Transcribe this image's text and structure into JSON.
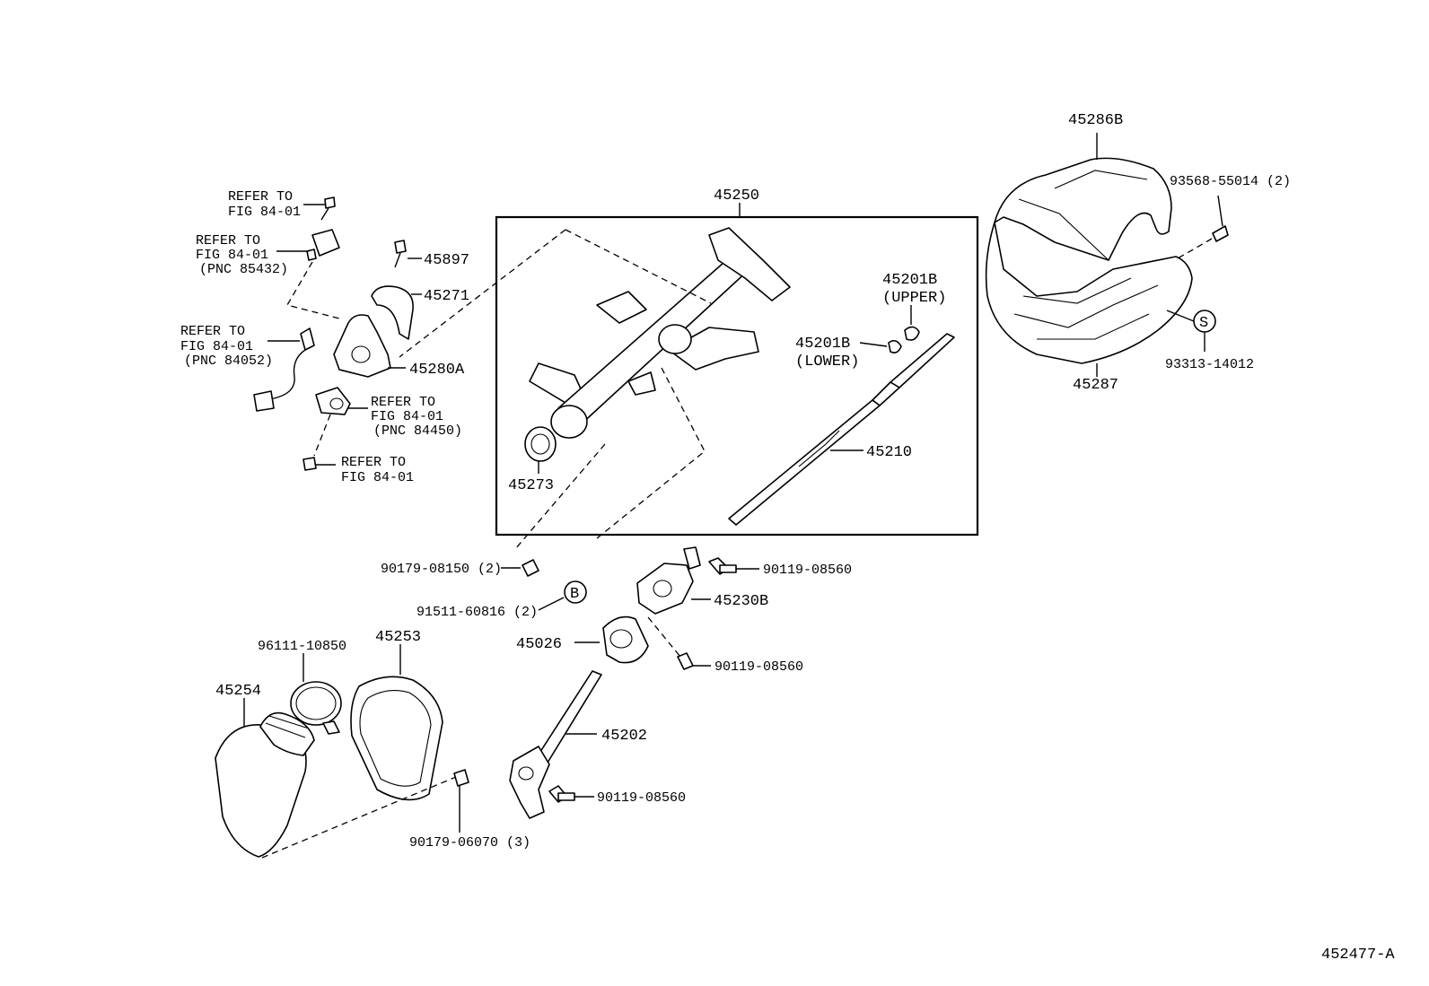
{
  "callouts": {
    "p45286b": "45286B",
    "p93568": "93568-55014 (2)",
    "p93313": "93313-14012",
    "p45287": "45287",
    "p45250": "45250",
    "p45201b_upper": "45201B",
    "p45201b_upper_note": "(UPPER)",
    "p45201b_lower": "45201B",
    "p45201b_lower_note": "(LOWER)",
    "p45210": "45210",
    "p45273": "45273",
    "p45897": "45897",
    "p45271": "45271",
    "p45280a": "45280A",
    "p90179_08150": "90179-08150 (2)",
    "p91511": "91511-60816 (2)",
    "p90119_a": "90119-08560",
    "p45230b": "45230B",
    "p45026": "45026",
    "p90119_b": "90119-08560",
    "p45202": "45202",
    "p90119_c": "90119-08560",
    "p96111": "96111-10850",
    "p45253": "45253",
    "p45254": "45254",
    "p90179_06070": "90179-06070 (3)"
  },
  "refs": {
    "r1_line1": "REFER TO",
    "r1_line2": "FIG 84-01",
    "r2_line1": "REFER TO",
    "r2_line2": "FIG 84-01",
    "r2_line3": "(PNC 85432)",
    "r3_line1": "REFER TO",
    "r3_line2": "FIG 84-01",
    "r3_line3": "(PNC 84052)",
    "r4_line1": "REFER TO",
    "r4_line2": "FIG 84-01",
    "r4_line3": "(PNC 84450)",
    "r5_line1": "REFER TO",
    "r5_line2": "FIG 84-01"
  },
  "markers": {
    "s": "S",
    "b": "B"
  },
  "figure_id": "452477-A"
}
